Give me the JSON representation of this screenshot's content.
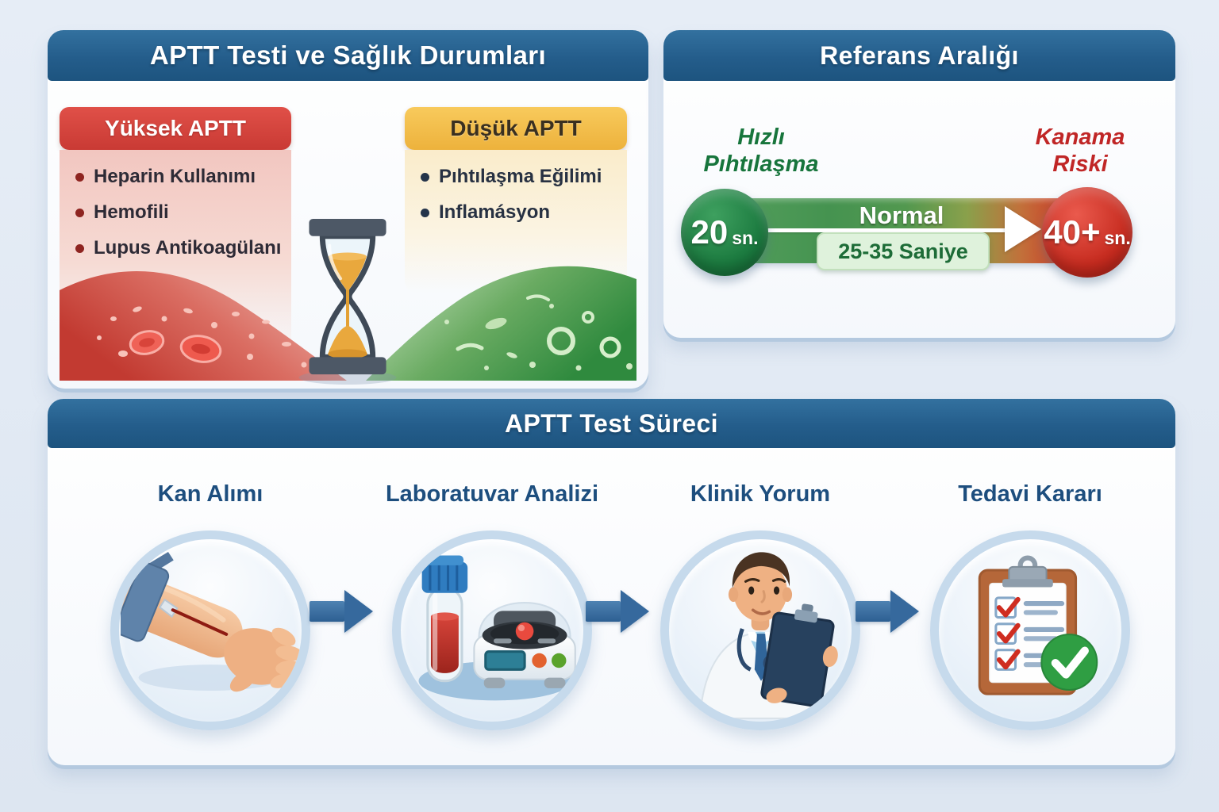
{
  "page": {
    "background": "#dee7f2"
  },
  "conditions_panel": {
    "title": "APTT Testi ve Sağlık Durumları",
    "high": {
      "title": "Yüksek APTT",
      "items": [
        "Heparin Kullanımı",
        "Hemofili",
        "Lupus Antikoagülanı"
      ]
    },
    "low": {
      "title": "Düşük APTT",
      "items": [
        "Pıhtılaşma Eğilimi",
        "Inflamásyon"
      ]
    }
  },
  "reference_panel": {
    "title": "Referans Aralığı",
    "fast_label": {
      "line1": "Hızlı",
      "line2": "Pıhtılaşma"
    },
    "risk_label": {
      "line1": "Kanama",
      "line2": "Riski"
    },
    "min": {
      "value": "20",
      "unit": "sn."
    },
    "max": {
      "value": "40+",
      "unit": "sn."
    },
    "normal_label": "Normal",
    "normal_range": "25-35 Saniye"
  },
  "process_panel": {
    "title": "APTT Test Süreci",
    "steps": [
      {
        "label": "Kan Alımı",
        "icon": "blood-draw-arm-icon"
      },
      {
        "label": "Laboratuvar Analizi",
        "icon": "centrifuge-tube-icon"
      },
      {
        "label": "Klinik Yorum",
        "icon": "doctor-clipboard-icon"
      },
      {
        "label": "Tedavi Kararı",
        "icon": "checklist-approved-icon"
      }
    ]
  },
  "colors": {
    "header_blue": "#245d8b",
    "high_red": "#d0423c",
    "low_yellow": "#f2bf4d",
    "fast_green": "#17753c",
    "risk_red": "#c02626",
    "min_circle_green": "#1b7a3f",
    "max_circle_red": "#c62b1f",
    "normal_badge_green": "#dff2dc",
    "step_title_blue": "#1d4e7e",
    "arrow_blue": "#36699d"
  },
  "icons": {
    "hourglass-icon": "⌛",
    "range-arrow-icon": "→",
    "step-arrow-icon": "→",
    "blood-draw-arm-icon": "arm with tourniquet and needle",
    "centrifuge-tube-icon": "blood tube and centrifuge",
    "doctor-clipboard-icon": "doctor reviewing clipboard",
    "checklist-approved-icon": "clipboard checklist with green check",
    "red-blood-cells-decoration": "red blood cells",
    "green-cells-decoration": "healthy cells"
  }
}
